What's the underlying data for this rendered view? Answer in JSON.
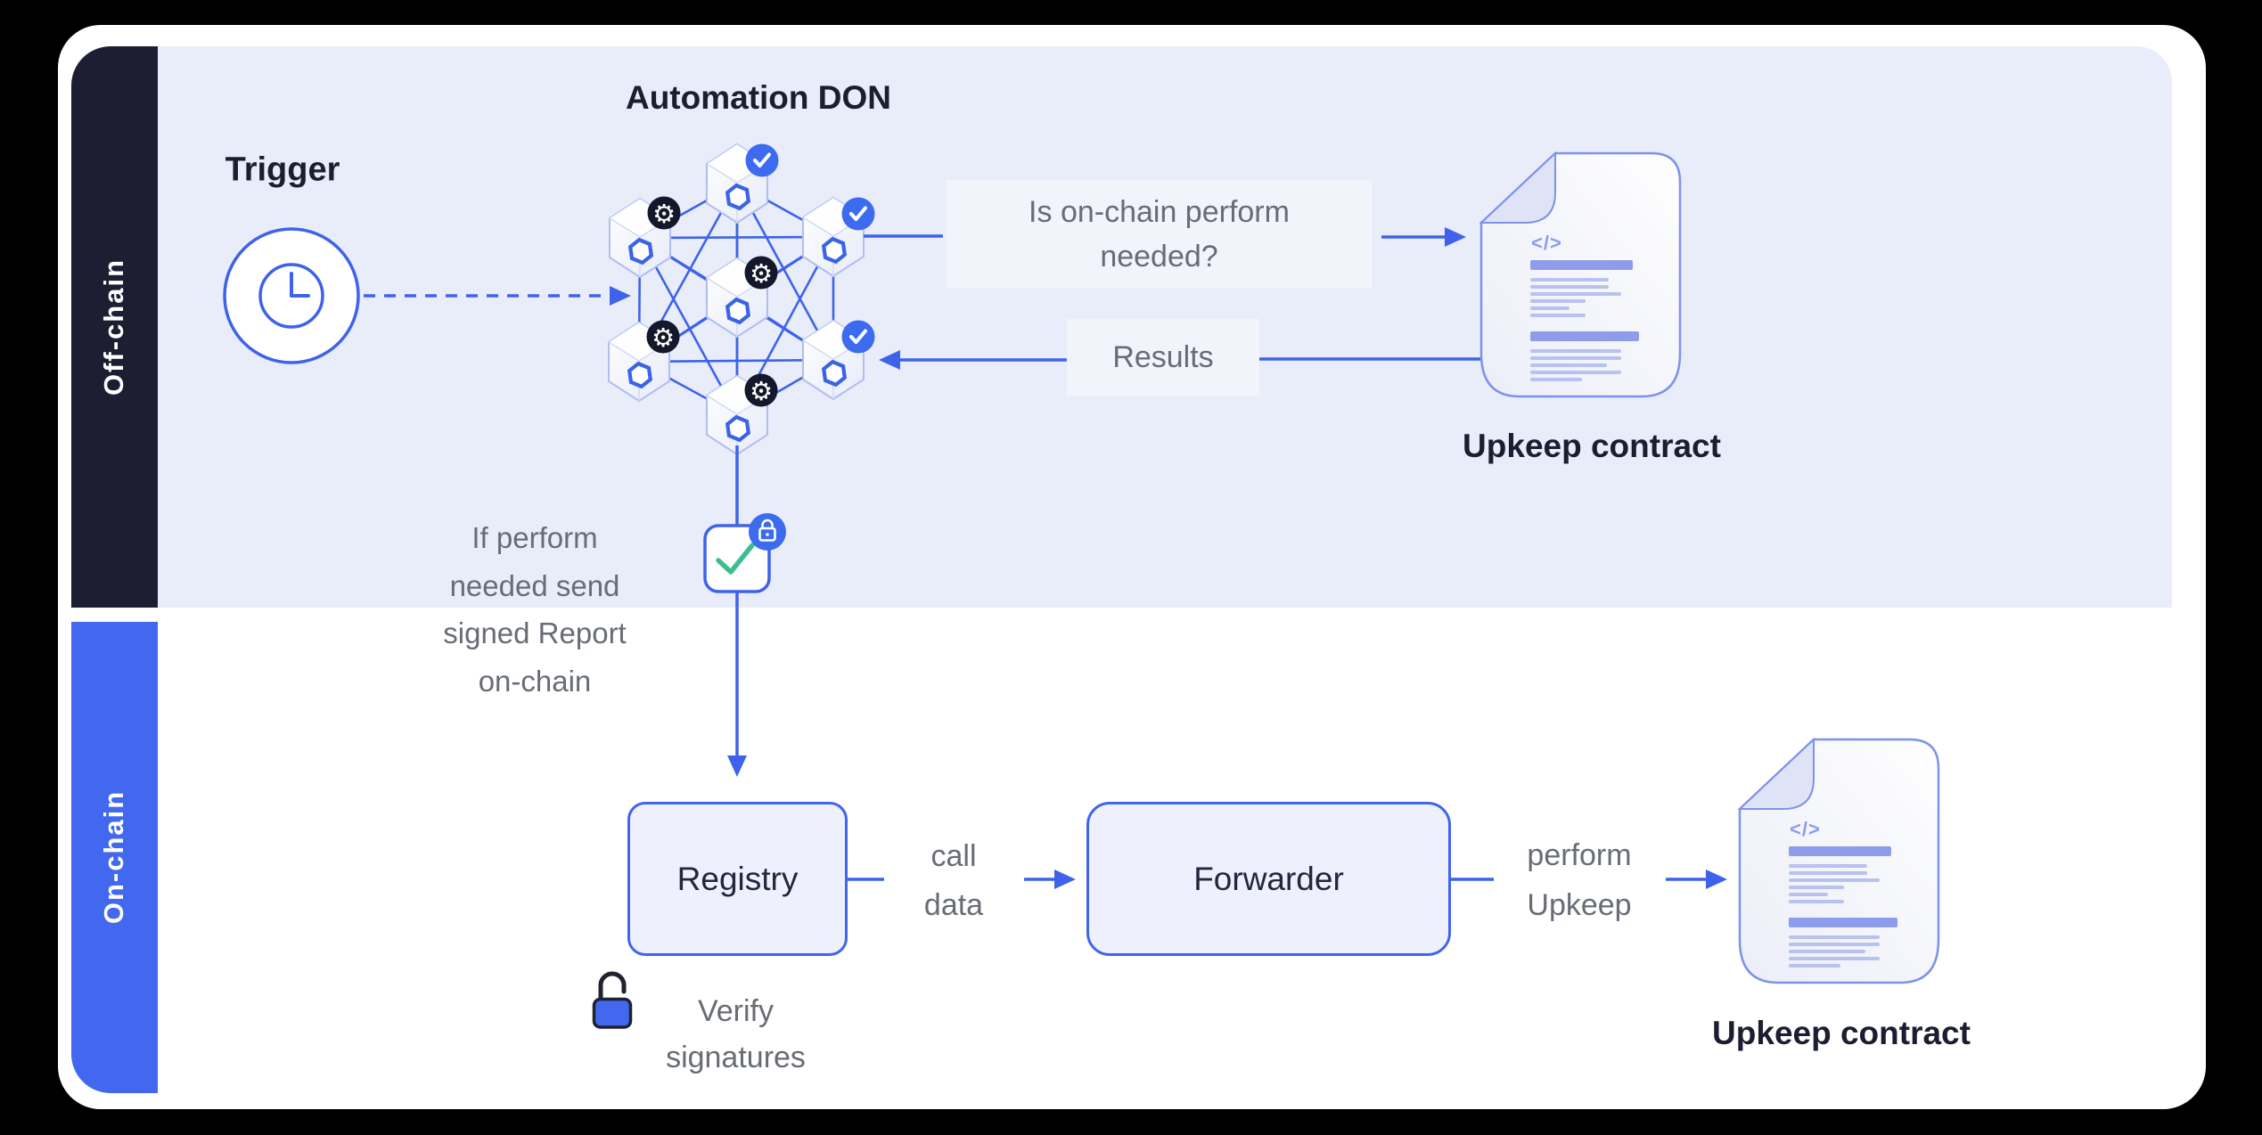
{
  "colors": {
    "accent_blue": "#3E63EA",
    "solid_blue": "#4168EE",
    "dark_navy": "#1D1E31",
    "lavender_band": "#E9EDFA",
    "text_gray": "#686C74",
    "box_fill": "#EEF1FD",
    "green_check": "#3CBF8E",
    "badge_dark": "#15172A",
    "badge_blue": "#3D6BF0"
  },
  "offchain": {
    "section_label": "Off-chain",
    "trigger_label": "Trigger",
    "don_title": "Automation DON",
    "question_line1": "Is on-chain perform",
    "question_line2": "needed?",
    "results_label": "Results",
    "note_line1": "If perform",
    "note_line2": "needed send",
    "note_line3": "signed Report",
    "note_line4": "on-chain",
    "upkeep_contract_label": "Upkeep contract"
  },
  "onchain": {
    "section_label": "On-chain",
    "registry_label": "Registry",
    "calldata_line1": "call",
    "calldata_line2": "data",
    "forwarder_label": "Forwarder",
    "perform_line1": "perform",
    "perform_line2": "Upkeep",
    "verify_line1": "Verify",
    "verify_line2": "signatures",
    "upkeep_contract_label": "Upkeep contract"
  },
  "icons": {
    "doc_code_glyph": "</>",
    "gear_glyph": "⚙"
  }
}
